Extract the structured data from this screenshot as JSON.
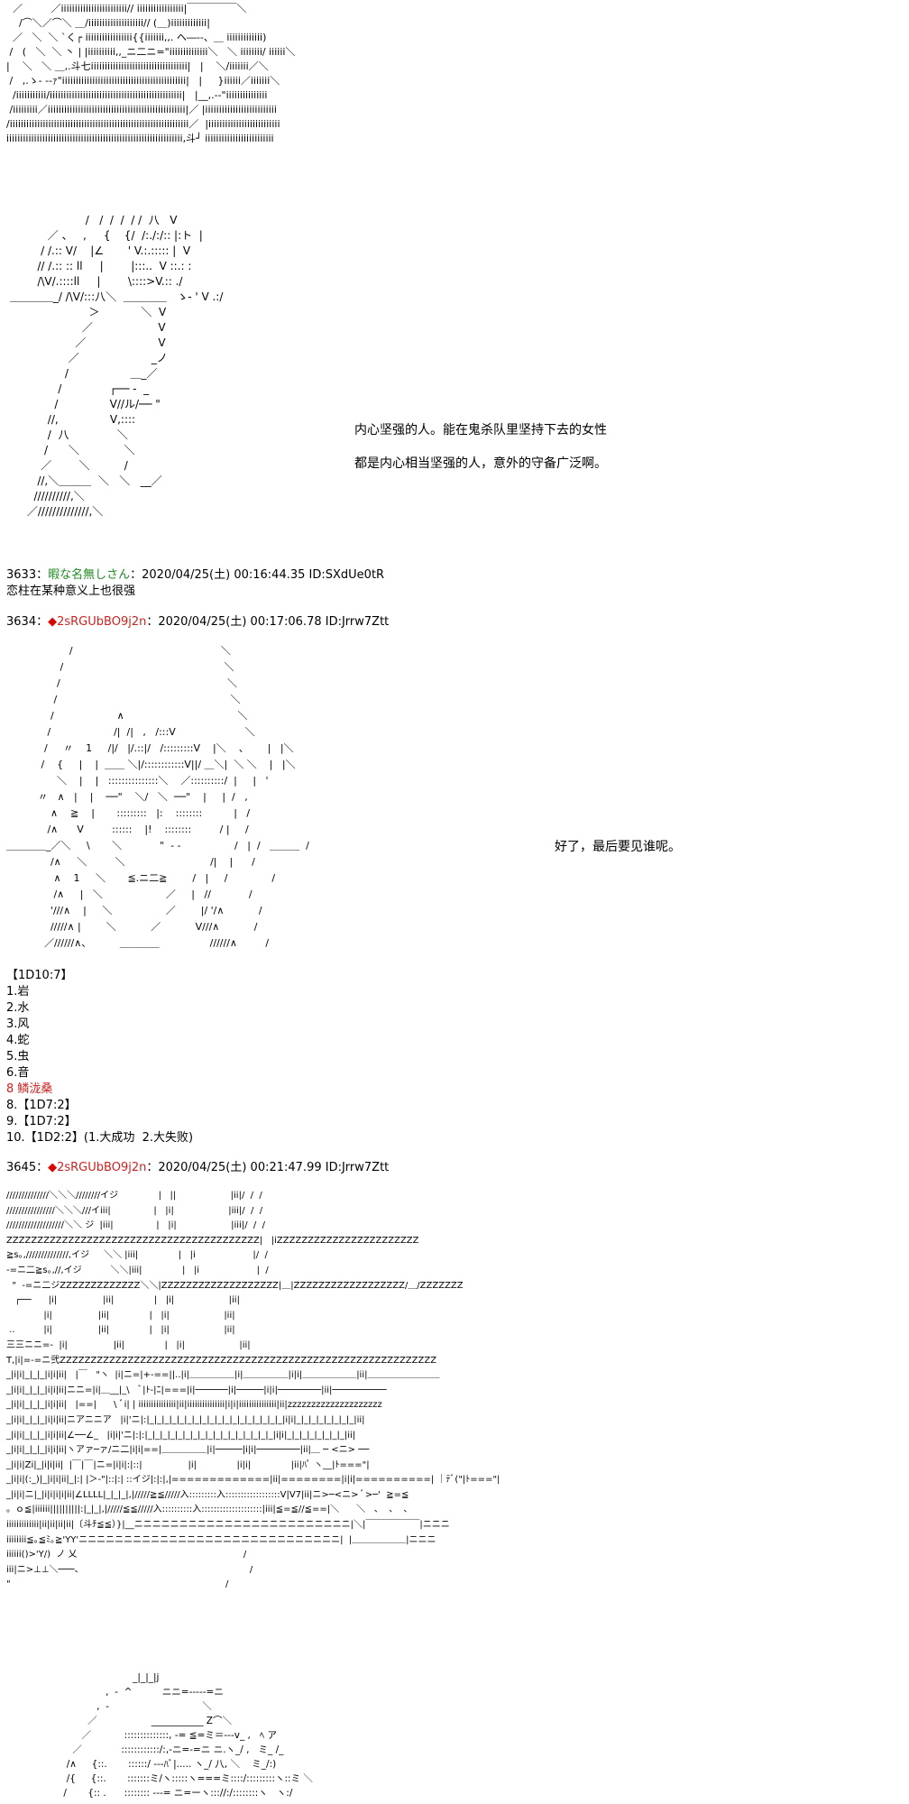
{
  "panel1": {
    "art": "  ／         ／iiiiiiiiiiiiiiiiiiiiiiii// iiiiiiiiiiiiiiiii|￣￣￣￣￣＼\n    /⌒＼／⌒＼ ＿/iiiiiiiiiiiiiiiiiiii// (＿)iiiiiiiiiiiii|\n  ／   ＼  ＼ `く┌ iiiiiiiiiiiiiiiii{{iiiiiii,,. ヘ―--、＿ iiiiiiiiiiiii)\n /   (   ＼  ＼ 丶 | |iiiiiiiiii,,_ニ二ニ=\"iiiiiiiiiiiiii＼   ＼ iiiiiiii/ iiiiii＼\n|    ＼   ＼ ＿,.斗七iiiiiiiiiiiiiiiiiiiiiiiiiiiiiiiiiii|   |    ＼/iiiiiii／＼\n /   ,.ゝ- -‐ｧ\"iiiiiiiiiiiiiiiiiiiiiiiiiiiiiiiiiiiiiiiiiiiii|   |     }iiiiii／iiiiiii＼\n  /iiiiiiiiiii/iiiiiiiiiiiiiiiiiiiiiiiiiiiiiiiiiiiiiiiiiiiiiiii|   |__,.-‐\"iiiiiiiiiiiiiii\n /iiiiiiiii／iiiiiiiiiiiiiiiiiiiiiiiiiiiiiiiiiiiiiiiiiiiiiiiiii|／ |iiiiiiiiiiiiiiiiiiiiiiiiii\n/iiiiiiiiiiiiiiiiiiiiiiiiiiiiiiiiiiiiiiiiiiiiiiiiiiiiiiiiiiiiiiiii／  |iiiiiiiiiiiiiiiiiiiiiiiiii\niiiiiiiiiiiiiiiiiiiiiiiiiiiiiiiiiiiiiiiiiiiiiiiiiiiiiiiiiiiiiiii,斗┘ iiiiiiiiiiiiiiiiiiiiiiiii"
  },
  "panel2": {
    "art": "                       /   /  /  /  / /  八   V\n            ／ 、   ,     {    {/  /:./:/:: |:ト  |\n          / /.:: V/    |∠       ' V.:.::::: |  V\n         // /.:: :: ll     |        |:::..  V ::.: :\n         /\\V/.::::ll     |        \\::::>V.:: ./\n ＿＿＿＿_/ /\\V/:::八＼  ＿＿＿＿   ゝ- ' V .:/\n                        ＞            ＼  V\n                      ／                   V\n                    ／                     V\n                  ／                     _ノ\n                 /                  ＿_／\n               /              ┌── -  _\n              /               V//ル/── \"\n            //,               V,::::\n            /  八              ＼\n           /      ＼             ＼\n          ／        ＼          /\n         //,＼＿＿＿  ＼   ＼   __／\n        //////////,＼\n      ／//////////////,＼",
    "dialog_line1": "内心坚强的人。能在鬼杀队里坚持下去的女性",
    "dialog_line2": "都是内心相当坚强的人，意外的守备广泛啊。"
  },
  "post3633": {
    "number": "3633",
    "sep": "：",
    "name": "暇な名無しさん",
    "meta": "：2020/04/25(土) 00:16:44.35 ID:SXdUe0tR",
    "body": "恋柱在某种意义上也很强"
  },
  "post3634": {
    "number": "3634",
    "sep": "：",
    "diamond": "◆",
    "name": "2sRGUbBO9j2n",
    "meta": "：2020/04/25(土) 00:17:06.78 ID:Jrrw7Ztt"
  },
  "panel3": {
    "art": "                    /                                               ＼\n                 /                                                   ＼\n                /                                                     ＼\n               /                                                       ＼\n              /                    ∧                                    ＼\n             /                    /|  /|   ,   /:::V                      ＼\n            /     〃    1     /|/   |/.::|/   /:::::::::V    |＼    、      |   |＼\n           /    {     |    |  ＿＿ ＼|/::::::::::::V||/ ＿＼|  ＼ ＼    |   |＼\n                ＼    |    |   :::::::::::::::＼    ／::::::::::/  |     |   '\n          〃   ∧   |    |    ──\"    ＼/   ＼  ──\"    |     |  /   ,\n              ∧    ≧    |       :::::::::   |:    ::::::::          |   /\n             /∧      V         ::::::    |!    ::::::::         / |     /\n＿＿＿＿_／＼     \\       ＼            \"  - -                 /   |  /   ＿＿＿  /\n              /∧     ＼         ＼                           /|    |      /\n               ∧    1     ＼       ≦.ニ二≧        /   |     /              /\n               /∧     |   ＼                    ／     |   //            /\n              '///∧    |     ＼                 ／        |/ '/∧           /\n              /////∧ |        ＼           ／           V///∧           /\n            ／//////∧、         ＿＿＿＿                //////∧         /",
    "dialog": "好了，最后要见谁呢。"
  },
  "dice_list": {
    "title": "【1D10:7】",
    "items": [
      "1.岩",
      "2.水",
      "3.风",
      "4.蛇",
      "5.虫",
      "6.音"
    ],
    "highlight": "8 鳞泷桑",
    "items2": [
      "8.【1D7:2】",
      "9.【1D7:2】",
      "10.【1D2:2】(1.大成功  2.大失败)"
    ]
  },
  "post3645": {
    "number": "3645",
    "sep": "：",
    "diamond": "◆",
    "name": "2sRGUbBO9j2n",
    "meta": "：2020/04/25(土) 00:21:47.99 ID:Jrrw7Ztt"
  },
  "panel4": {
    "art": "//////////////＼＼＼////////イジ              |   ||                   |ii|/  /  /\n////////////////＼＼＼///イiii|               |   |i|                   |iii|/  /  /\n///////////////////＼＼ ジ  |iii|               |   |i|                   |iii|/  /  /\nZZZZZZZZZZZZZZZZZZZZZZZZZZZZZZZZZZZZZZZZZ|   |iZZZZZZZZZZZZZZZZZZZZZZZ\n≧s｡,//////////////,イジ     ＼＼ |iii|              |   |i                    |/  /\n-=ニ二≧s｡,//,イジ          ＼＼|iii|              |   |i                    |  /\n  \"  -=ニ二ジZZZZZZZZZZZZZ＼＼|ZZZZZZZZZZZZZZZZZZZ|＿|ZZZZZZZZZZZZZZZZZZ/＿/ZZZZZZZ\n   ┌──      |i|                |ii|              |   |i|                   |ii|\n             |i|                |ii|              |   |i|                   |ii|\n ..          |i|                |ii|              |   |i|                   |ii|\n三三ニニ=-  |i|                |ii|              |   |i|                   |ii|\nT,|i|=-=ニ弐ZZZZZZZZZZZZZZZZZZZZZZZZZZZZZZZZZZZZZZZZZZZZZZZZZZZZZZZZZZZZZ\n_|i|i|_|_|_|i|i|ii|   |￣   \"ヽ  |i|ニ=|+-==||..|i|＿＿＿＿＿|i|＿＿＿＿＿|i|i|＿＿＿＿＿＿|ii|＿＿＿＿＿＿＿＿\n_|i|i|_|_|_|i|i|ii|ニニ=|i|＿__|_\\   ﾞ|ﾄ-|ﾆ|===|i|──────|i|─────|i|i|────────|ii|──────────\n_|i|i|_|_|_|i|i|ii|   |==|      \\ ﾞi| | iiiiiiiiiiiiiii|ii|iiiiiiiiiiiiiii|i|i|iiiiiiiiiiiiiii|ii|zzzzzzzzzzzzzzzzzzzz\n_|i|i|_|_|_|i|i|ii|ニアニニア   |i|'ニ|:|_|_|_|_|_|_|_|_|_|_|_|_|_|_|_|_|_|_|i|i|_|_|_|_|_|_|_|_|ii|\n_|i|i|_|_|_|i|i|ii|∠──∠_   |i|i|'ニ|:|:|_|_|_|_|_|_|_|_|_|_|_|_|_|_|_|_|_|i|i|_|_|_|_|_|_|_|_|ii|\n_|i|i|_|_|_|i|i|ii|ヽアァ─ァ/ニ二|i|i|==|＿＿＿＿＿|i|─────|i|i|────────|ii|＿ ─ <ニ> ──\n_|i|i|Zi|_|i|i|ii|  |￣|￣|ニ=|i|i|:|::|                |i|              |i|i|              |ii|ﾊﾟ ヽ__|ﾄ===\"|\n_|i|i|(:_)|_|i|i|ii|_|:| |＞-\"|::|:| ::イジ|:|:|,|=============|ii|========|i|i|==========| ｜ﾃﾞ(\"|ﾄ===\"|\n_|i|i|ニ|_|i|i|i|i|ii|∠LLLL|_|_|_|,|/////≧≦/////入:::::::::入::::::::::::::::::V|V7|ii|ニ>─<ニ> ﾞ>─'  ≧=≦\n。ｏ≦|iiiiii||||||||||:|_|_|,|/////≦≦/////入::::::::::入::::::::::::::::::::|iii|≦=≦//≦==|＼      ＼   、  、  、\niiiiiiiiiiiii|ii|ii|ii|ii|〔斗ﾁ≦≦）}|__ニニニニニニニニニニニニニニニニニニニニニニニニ|＼|￣￣￣￣￣￣|ニニニ\niiiiiiii≦｡≦ﾐ｡≧'YY'ニニニニニニニニニニニニニニニニニニニニニニニニニニニニニ|  |＿＿＿＿＿＿|ニニニ\niiiiii()>'Y/)  ノ 乂                                                          /\niii|ニ>⊥⊥＼───、                                                          /\n\"                                                                           /"
  },
  "panel5": {
    "art": "                                          _|_|_|j\n                                 ,  -  ^          ニニ=-----=ニ\n                              ,  -                               ＼\n                           ／                  ___________ Ζ⌒＼\n                         ／           ::::::::::::::, -= ≦=ミ＝---v_ ,   ﾍ ア\n                      ／             ::::::::::::/:,-ニ=-=ニ ニ.ヽ_/ ,   ミ_ /_\n                    /∧     {::.       ::::::/ ---ﾊﾞ|..... ヽ_/ 八, ＼    ミ_/:)\n                    /{     {::.       :::::::ミ/ヽ:::::ヽ===ミ::::/:::::::::ヽ::ミ ＼\n                   /       {:: .      :::::::: ---= ニ=ーヽ::://:/::::::::ヽ   ヽ:/"
  }
}
